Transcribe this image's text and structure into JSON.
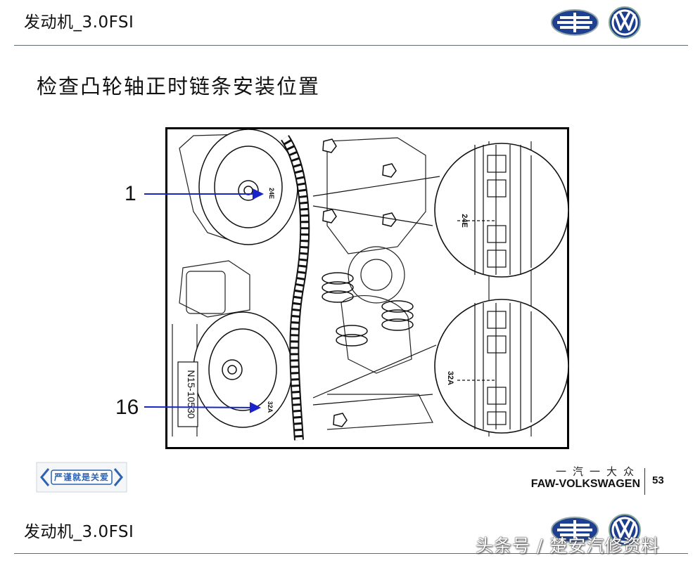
{
  "header": {
    "title": "发动机_3.0FSI"
  },
  "slide": {
    "title": "检查凸轮轴正时链条安装位置"
  },
  "figure": {
    "callouts": {
      "top": "1",
      "bottom": "16"
    },
    "marks": {
      "upper": "24E",
      "lower": "32A"
    },
    "figure_id": "N15-10530"
  },
  "brand": {
    "cn": "一汽一大众",
    "en": "FAW-VOLKSWAGEN",
    "page": "53"
  },
  "stamp": {
    "text": "严谨就是关爱"
  },
  "footer": {
    "title": "发动机_3.0FSI"
  },
  "watermark": "头条号 / 楚安汽修资料",
  "colors": {
    "arrow": "#1a24c8",
    "rule": "#5f6b73",
    "faw_blue": "#1f3f8f",
    "vw_blue": "#1c3c8c"
  }
}
